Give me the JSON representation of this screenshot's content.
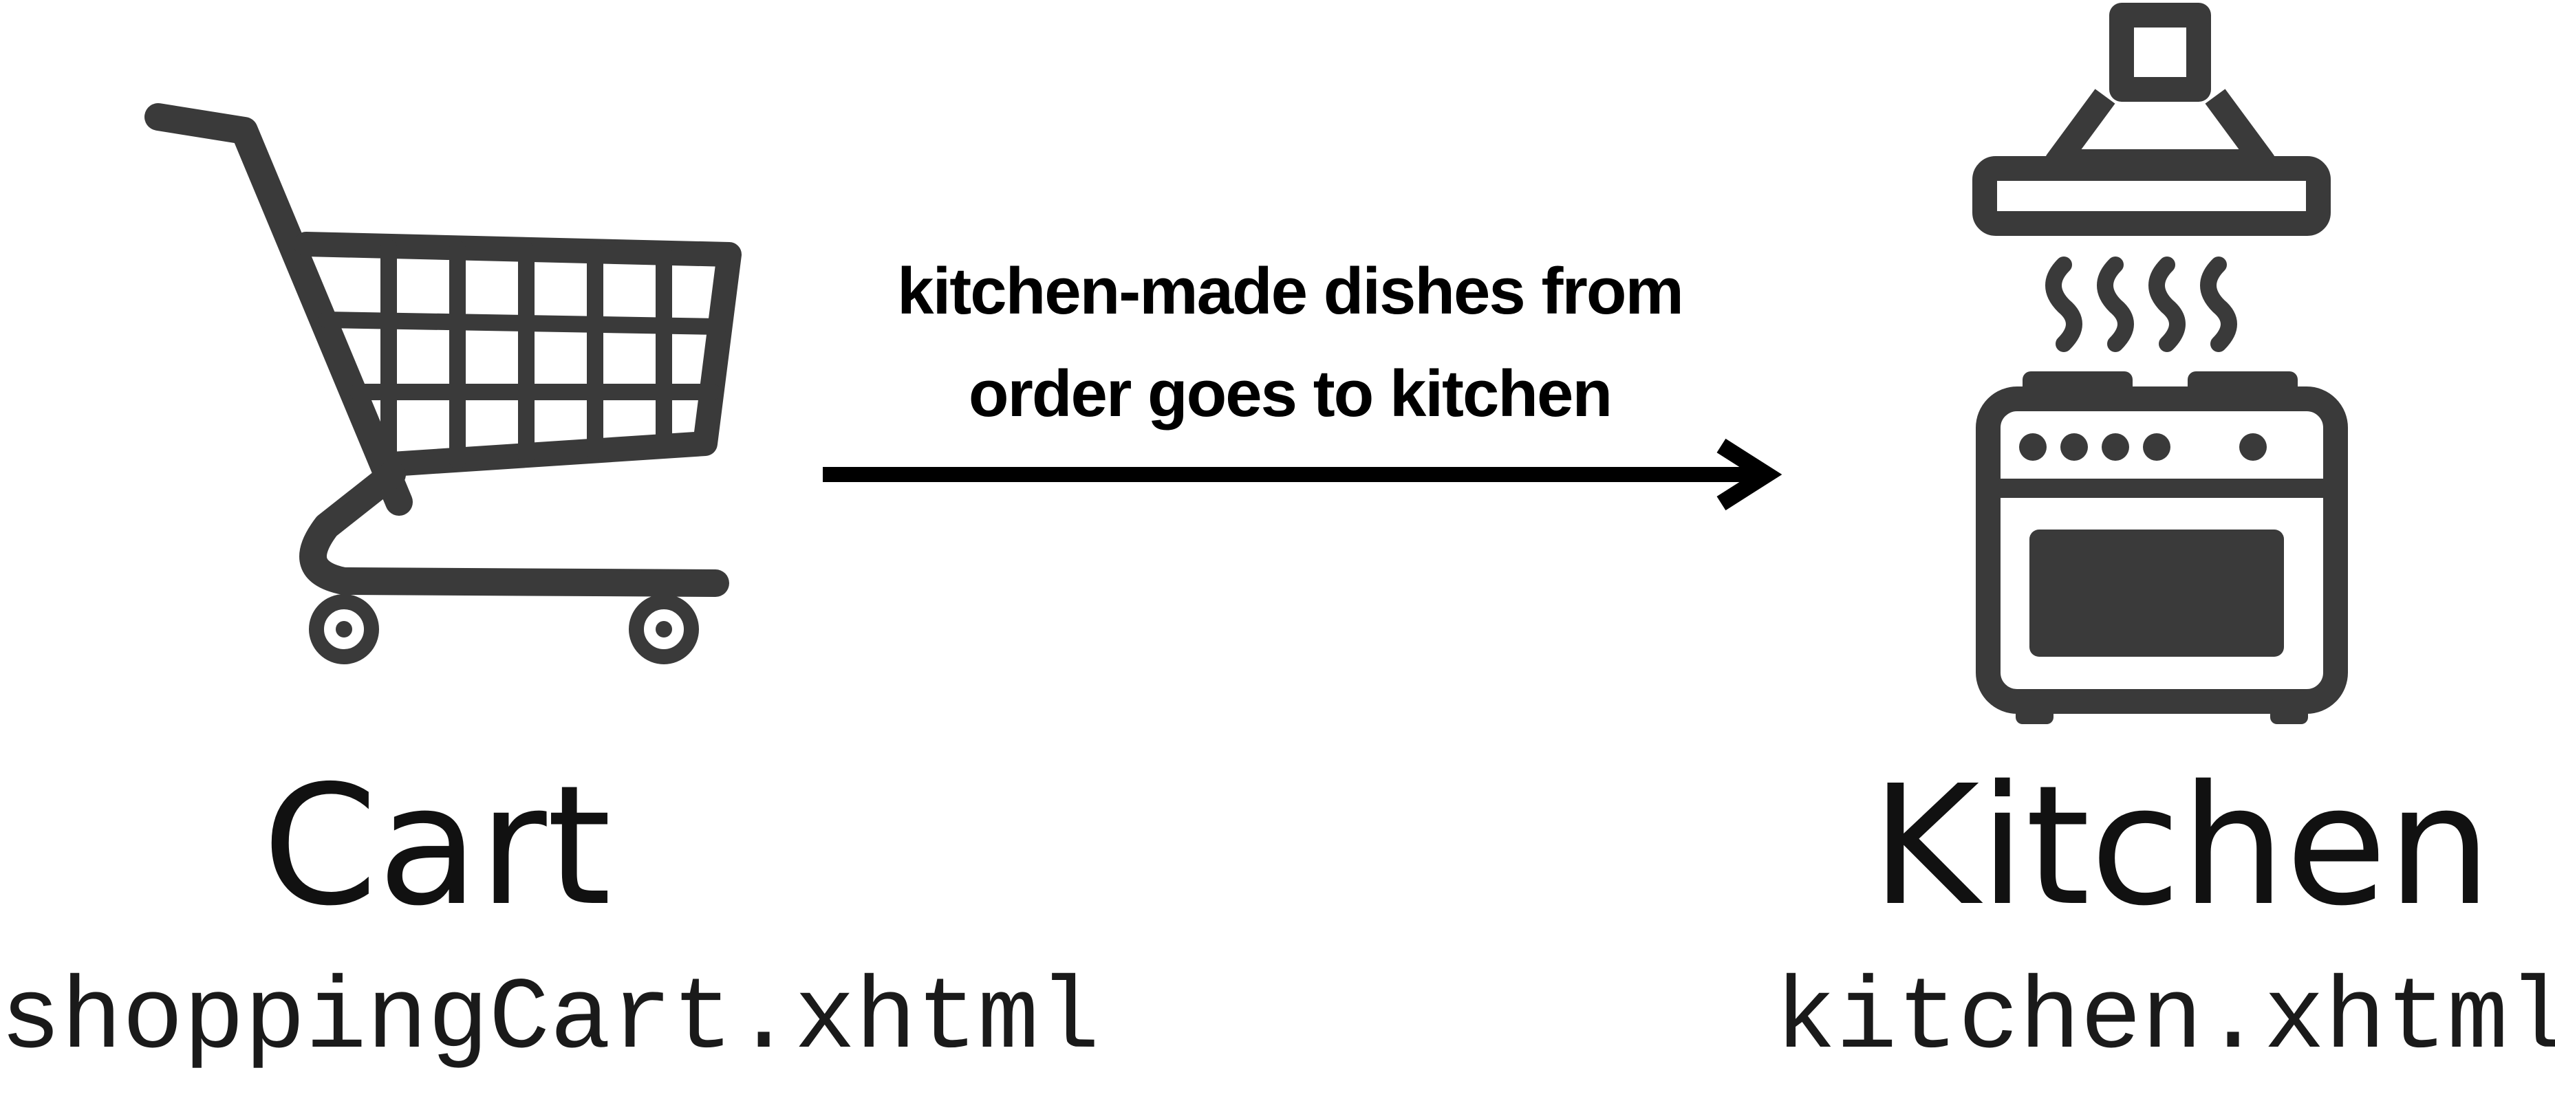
{
  "colors": {
    "icon": "#3a3a3a",
    "text": "#111111",
    "arrow": "#000000",
    "background": "#ffffff"
  },
  "source": {
    "icon": "shopping-cart-icon",
    "title": "Cart",
    "file": "shoppingCart.xhtml"
  },
  "target": {
    "icon": "kitchen-stove-icon",
    "title": "Kitchen",
    "file": "kitchen.xhtml"
  },
  "edge": {
    "label_line1": "kitchen-made dishes from",
    "label_line2": "order goes to kitchen"
  }
}
